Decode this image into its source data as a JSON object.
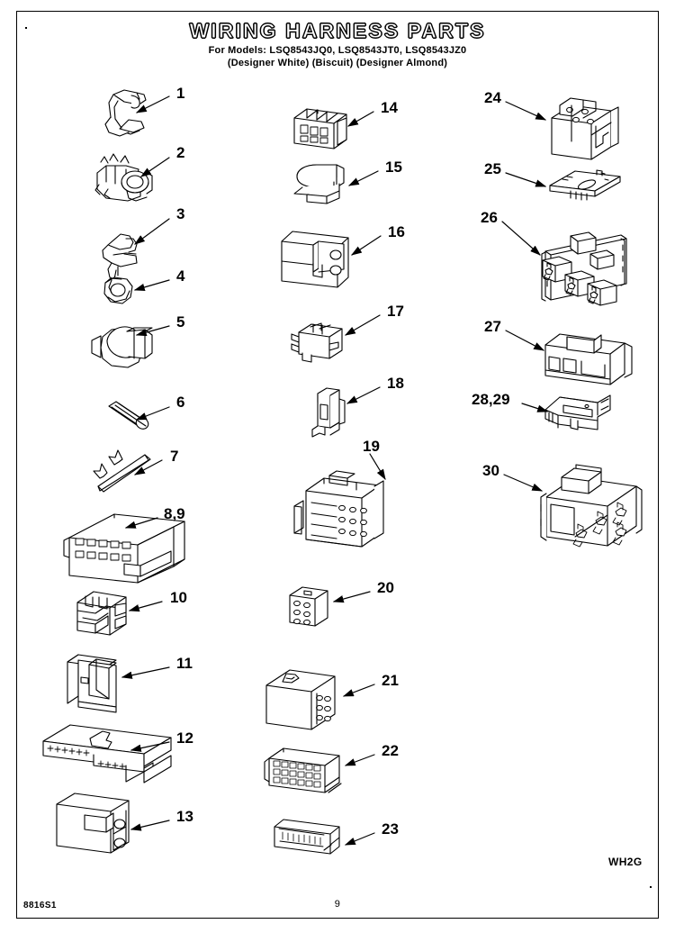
{
  "document": {
    "title": "WIRING HARNESS PARTS",
    "models_line": "For Models: LSQ8543JQ0, LSQ8543JT0, LSQ8543JZ0",
    "colors_line": "(Designer White) (Biscuit) (Designer Almond)",
    "part_number": "8816S1",
    "page_number": "9",
    "section_code": "WH2G"
  },
  "columns": {
    "left": [
      {
        "callout": "1",
        "part": "wire-harness-clip-hook"
      },
      {
        "callout": "2",
        "part": "harness-retainer-clamp"
      },
      {
        "callout": "3",
        "part": "wire-clip-flat-spring"
      },
      {
        "callout": "4",
        "part": "small-round-clip"
      },
      {
        "callout": "5",
        "part": "hose-saddle-clamp"
      },
      {
        "callout": "6",
        "part": "screw-fastener"
      },
      {
        "callout": "7",
        "part": "wire-tie-strap"
      },
      {
        "callout": "8,9",
        "part": "multi-pin-connector-housing"
      },
      {
        "callout": "10",
        "part": "three-way-connector-block"
      },
      {
        "callout": "11",
        "part": "single-terminal-housing"
      },
      {
        "callout": "12",
        "part": "flat-terminal-block-strip"
      },
      {
        "callout": "13",
        "part": "block-connector-with-latch"
      }
    ],
    "middle": [
      {
        "callout": "14",
        "part": "four-cavity-connector"
      },
      {
        "callout": "15",
        "part": "curved-cover-clip"
      },
      {
        "callout": "16",
        "part": "two-circuit-connector-body"
      },
      {
        "callout": "17",
        "part": "terminal-pin-bracket"
      },
      {
        "callout": "18",
        "part": "forked-retainer-clip"
      },
      {
        "callout": "19",
        "part": "twelve-cavity-connector"
      },
      {
        "callout": "20",
        "part": "six-cavity-connector"
      },
      {
        "callout": "21",
        "part": "nine-cavity-connector-block"
      },
      {
        "callout": "22",
        "part": "eighteen-cavity-connector"
      },
      {
        "callout": "23",
        "part": "low-profile-terminal-strip"
      }
    ],
    "right": [
      {
        "callout": "24",
        "part": "large-power-connector"
      },
      {
        "callout": "25",
        "part": "flat-mounting-plate"
      },
      {
        "callout": "26",
        "part": "triple-relay-bracket-assembly"
      },
      {
        "callout": "27",
        "part": "wide-connector-housing"
      },
      {
        "callout": "28,29",
        "part": "angled-connector-shell"
      },
      {
        "callout": "30",
        "part": "main-harness-connector-block"
      }
    ]
  },
  "colors": {
    "line": "#000000",
    "paper": "#ffffff",
    "shade": "#e8e8e8"
  }
}
